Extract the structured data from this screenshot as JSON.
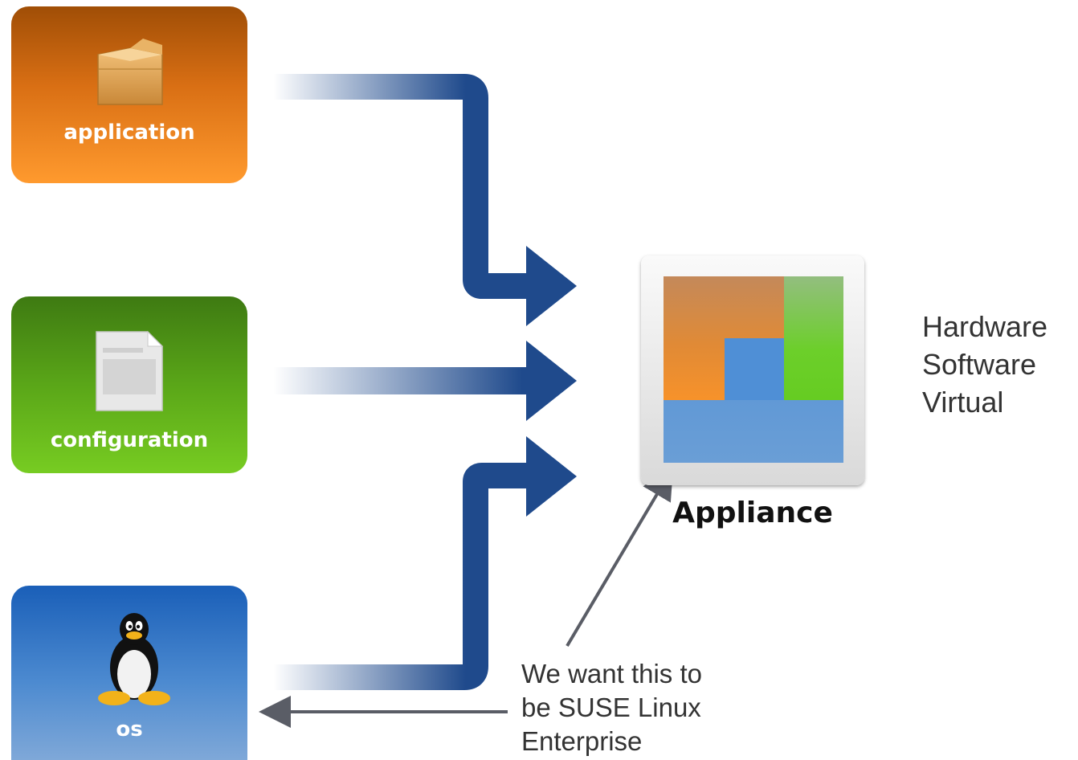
{
  "boxes": {
    "application": {
      "label": "application",
      "icon": "cardboard-box-icon"
    },
    "configuration": {
      "label": "configuration",
      "icon": "document-icon"
    },
    "os": {
      "label": "os",
      "icon": "tux-penguin-icon"
    }
  },
  "appliance": {
    "label": "Appliance",
    "icon": "appliance-icon"
  },
  "types": [
    "Hardware",
    "Software",
    "Virtual"
  ],
  "note": {
    "lines": [
      "We want this to",
      "be SUSE Linux",
      "Enterprise"
    ]
  },
  "colors": {
    "arrow": "#1f4a8c",
    "pointer": "#5a5d66",
    "application": "#e07a1a",
    "configuration": "#5aa618",
    "os": "#3a7cc8"
  }
}
